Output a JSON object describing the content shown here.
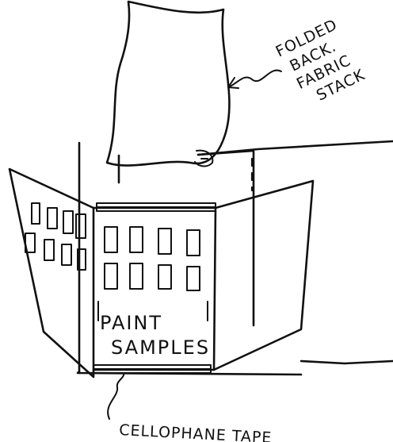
{
  "labels": {
    "fabric_line1": "FOLDED",
    "fabric_line2": "BACK.",
    "fabric_line3": "FABRIC",
    "fabric_line4": "STACK",
    "paint_line1": "PAINT",
    "paint_line2": "SAMPLES",
    "tape": "CELLOPHANE TAPE"
  },
  "colors": {
    "ink": "#111111",
    "paper": "#ffffff"
  }
}
